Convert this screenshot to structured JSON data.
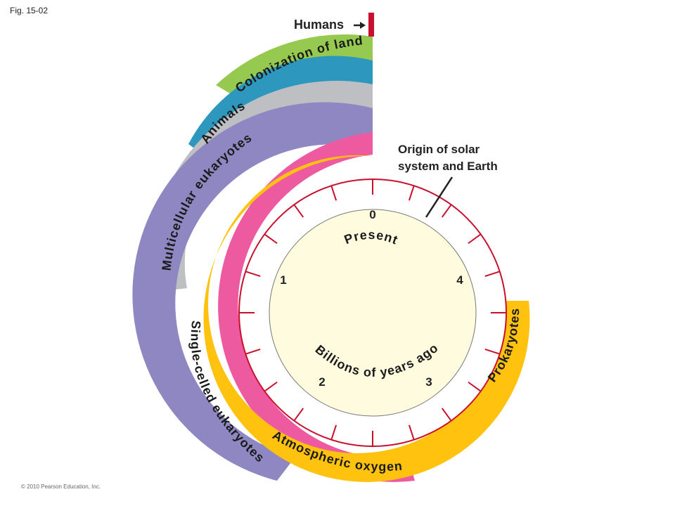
{
  "figure_label": "Fig. 15-02",
  "copyright": "© 2010 Pearson Education, Inc.",
  "clock": {
    "center_labels": {
      "top": "0",
      "left": "1",
      "right": "4",
      "bottom_left": "2",
      "bottom_right": "3"
    },
    "present_text": "Present",
    "units_text": "Billions of years ago"
  },
  "callouts": {
    "humans": "Humans",
    "origin_line1": "Origin of solar",
    "origin_line2": "system and Earth"
  },
  "bands": [
    {
      "label": "Prokaryotes",
      "color": "#FFC20E"
    },
    {
      "label": "Atmospheric oxygen",
      "color": "#EE5AA0"
    },
    {
      "label": "Single-celled eukaryotes",
      "color": "#8E87C2"
    },
    {
      "label": "Multicellular eukaryotes",
      "color": "#BEBFC3"
    },
    {
      "label": "Animals",
      "color": "#2E97BE"
    },
    {
      "label": "Colonization of land",
      "color": "#96C94F"
    },
    {
      "label": "Humans",
      "color": "#C8102E"
    }
  ],
  "colors": {
    "clock_face": "#FFFBDF",
    "tick_ring": "#ffffff",
    "tick": "#C8102E"
  }
}
